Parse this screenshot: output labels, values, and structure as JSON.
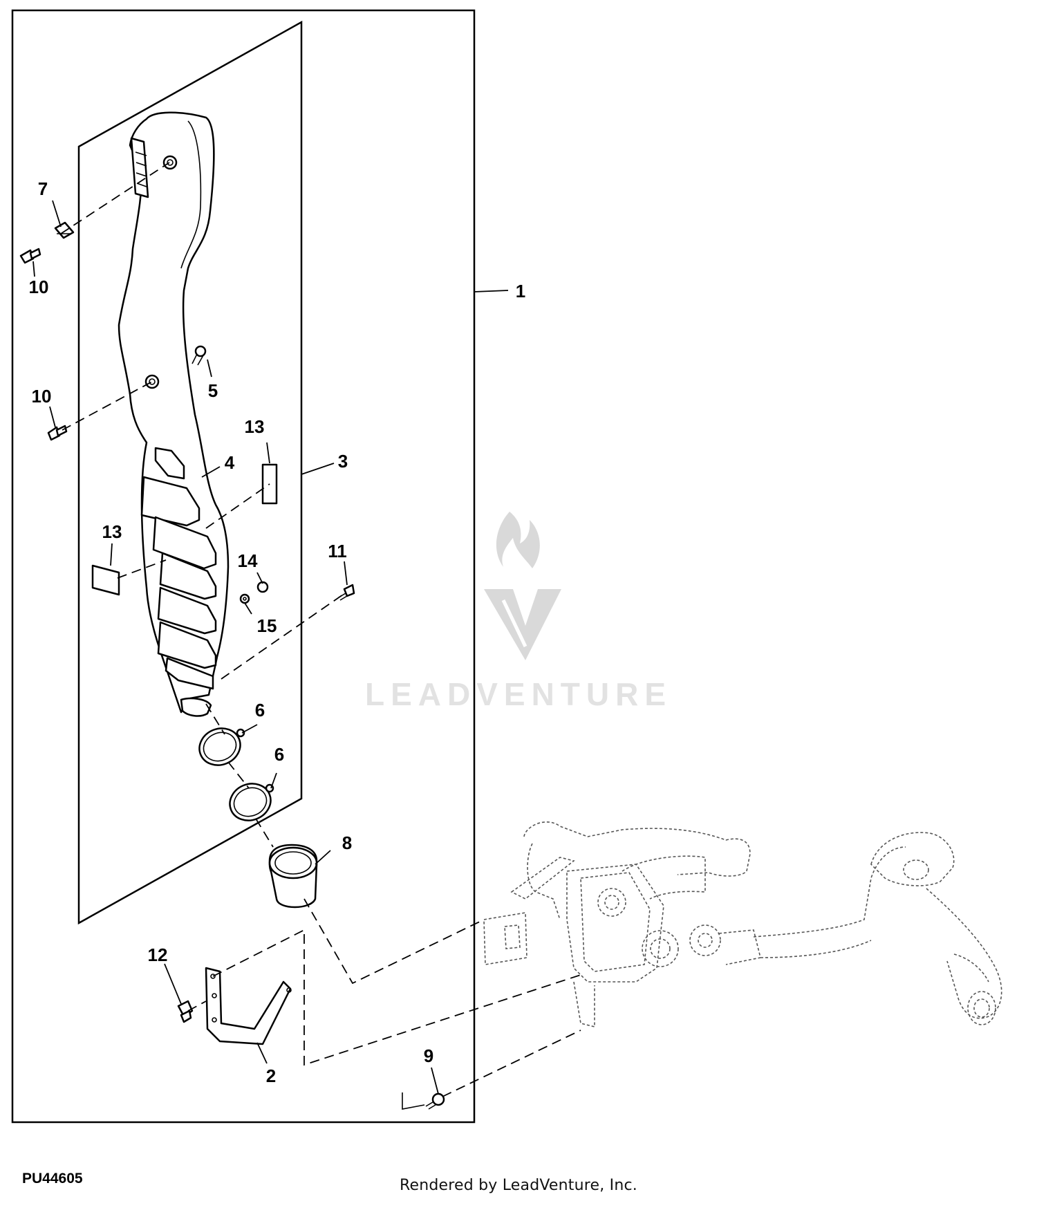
{
  "diagram": {
    "callouts": [
      {
        "id": "c1",
        "text": "1"
      },
      {
        "id": "c2",
        "text": "2"
      },
      {
        "id": "c3",
        "text": "3"
      },
      {
        "id": "c4",
        "text": "4"
      },
      {
        "id": "c5",
        "text": "5"
      },
      {
        "id": "c6a",
        "text": "6"
      },
      {
        "id": "c6b",
        "text": "6"
      },
      {
        "id": "c7",
        "text": "7"
      },
      {
        "id": "c8",
        "text": "8"
      },
      {
        "id": "c9",
        "text": "9"
      },
      {
        "id": "c10a",
        "text": "10"
      },
      {
        "id": "c10b",
        "text": "10"
      },
      {
        "id": "c11",
        "text": "11"
      },
      {
        "id": "c12",
        "text": "12"
      },
      {
        "id": "c13a",
        "text": "13"
      },
      {
        "id": "c13b",
        "text": "13"
      },
      {
        "id": "c14",
        "text": "14"
      },
      {
        "id": "c15",
        "text": "15"
      }
    ]
  },
  "watermark": {
    "text": "LEADVENTURE"
  },
  "figure_code": "PU44605",
  "footer": {
    "credit": "Rendered by LeadVenture, Inc."
  }
}
